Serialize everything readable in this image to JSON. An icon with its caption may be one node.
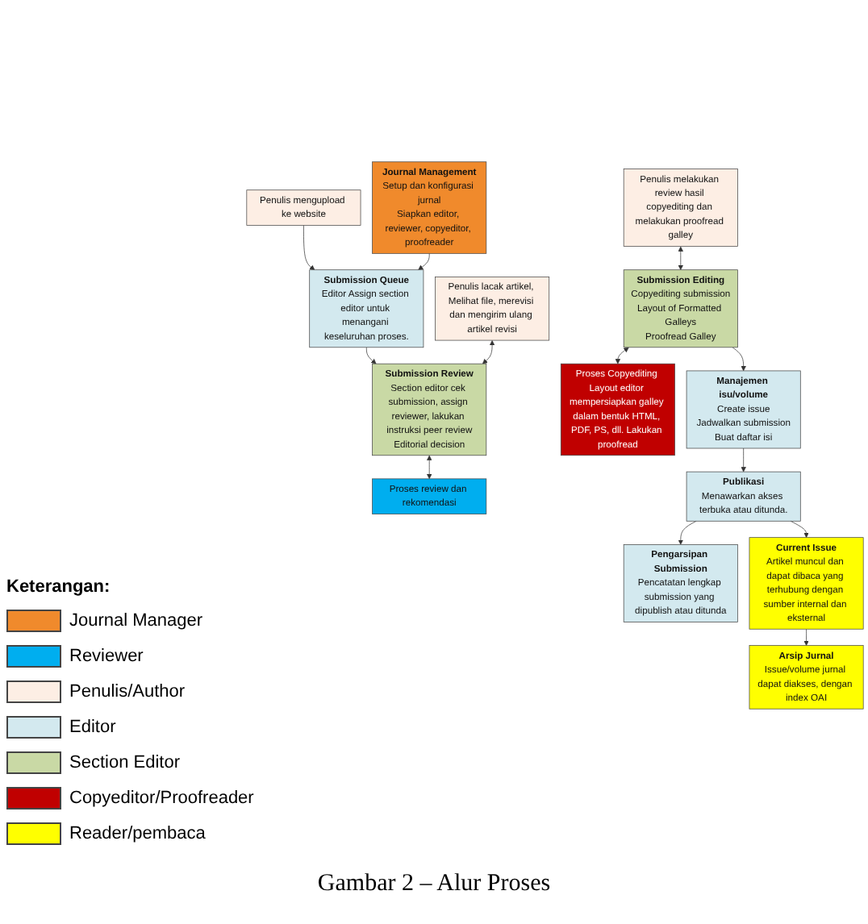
{
  "diagram": {
    "caption": "Gambar 2 – Alur Proses",
    "nodes": [
      {
        "text": [
          "Penulis mengupload ke website"
        ]
      },
      {
        "text": [
          "Submission Queue",
          "Editor Assign section editor untuk menangani keseluruhan proses."
        ]
      },
      {
        "text": [
          "Journal Management",
          "Setup dan konfigurasi jurnal",
          "Siapkan editor, reviewer, copyeditor, proofreader"
        ]
      },
      {
        "text": [
          "Penulis lacak artikel, Melihat file, merevisi dan mengirim ulang artikel revisi"
        ]
      },
      {
        "text": [
          "Submission Review",
          "Section editor cek submission, assign reviewer, lakukan instruksi peer review",
          "Editorial decision"
        ]
      },
      {
        "text": [
          "Proses review dan rekomendasi"
        ]
      },
      {
        "text": [
          "Penulis melakukan review hasil copyediting dan melakukan proofread galley"
        ]
      },
      {
        "text": [
          "Submission Editing",
          "Copyediting submission",
          "Layout of Formatted Galleys",
          "Proofread Galley"
        ]
      },
      {
        "text": [
          "Proses Copyediting Layout editor mempersiapkan galley dalam bentuk HTML, PDF, PS, dll. Lakukan proofread"
        ]
      },
      {
        "text": [
          "Manajemen isu/volume",
          "Create issue",
          "Jadwalkan submission",
          "Buat daftar isi"
        ]
      },
      {
        "text": [
          "Publikasi",
          "Menawarkan akses terbuka atau ditunda."
        ]
      },
      {
        "text": [
          "Pengarsipan Submission",
          "Pencatatan lengkap submission yang dipublish atau ditunda"
        ]
      },
      {
        "text": [
          "Current Issue",
          "Artikel muncul dan dapat dibaca yang terhubung dengan sumber internal dan eksternal"
        ]
      },
      {
        "text": [
          "Arsip Jurnal",
          "Issue/volume jurnal dapat diakses, dengan index OAI"
        ]
      }
    ],
    "edges": [
      {
        "from": 0,
        "to": 1,
        "arrow": "to"
      },
      {
        "from": 2,
        "to": 1,
        "arrow": "to"
      },
      {
        "from": 1,
        "to": 4,
        "arrow": "to"
      },
      {
        "from": 3,
        "to": 4,
        "arrow": "both"
      },
      {
        "from": 4,
        "to": 5,
        "arrow": "both"
      },
      {
        "from": 6,
        "to": 7,
        "arrow": "both"
      },
      {
        "from": 7,
        "to": 8,
        "arrow": "both"
      },
      {
        "from": 7,
        "to": 9,
        "arrow": "to"
      },
      {
        "from": 9,
        "to": 10,
        "arrow": "to"
      },
      {
        "from": 10,
        "to": 11,
        "arrow": "to"
      },
      {
        "from": 10,
        "to": 12,
        "arrow": "to"
      },
      {
        "from": 12,
        "to": 13,
        "arrow": "to"
      }
    ],
    "labels": [
      "Keterangan:"
    ],
    "legend": [
      {
        "text": "Journal Manager",
        "color": "#f08a2c"
      },
      {
        "text": "Reviewer",
        "color": "#00aeef"
      },
      {
        "text": "Penulis/Author",
        "color": "#fdeee4"
      },
      {
        "text": "Editor",
        "color": "#d3e9ef"
      },
      {
        "text": "Section Editor",
        "color": "#c9d9a5"
      },
      {
        "text": "Copyeditor/Proofreader",
        "color": "#c00000"
      },
      {
        "text": "Reader/pembaca",
        "color": "#ffff00"
      }
    ]
  }
}
